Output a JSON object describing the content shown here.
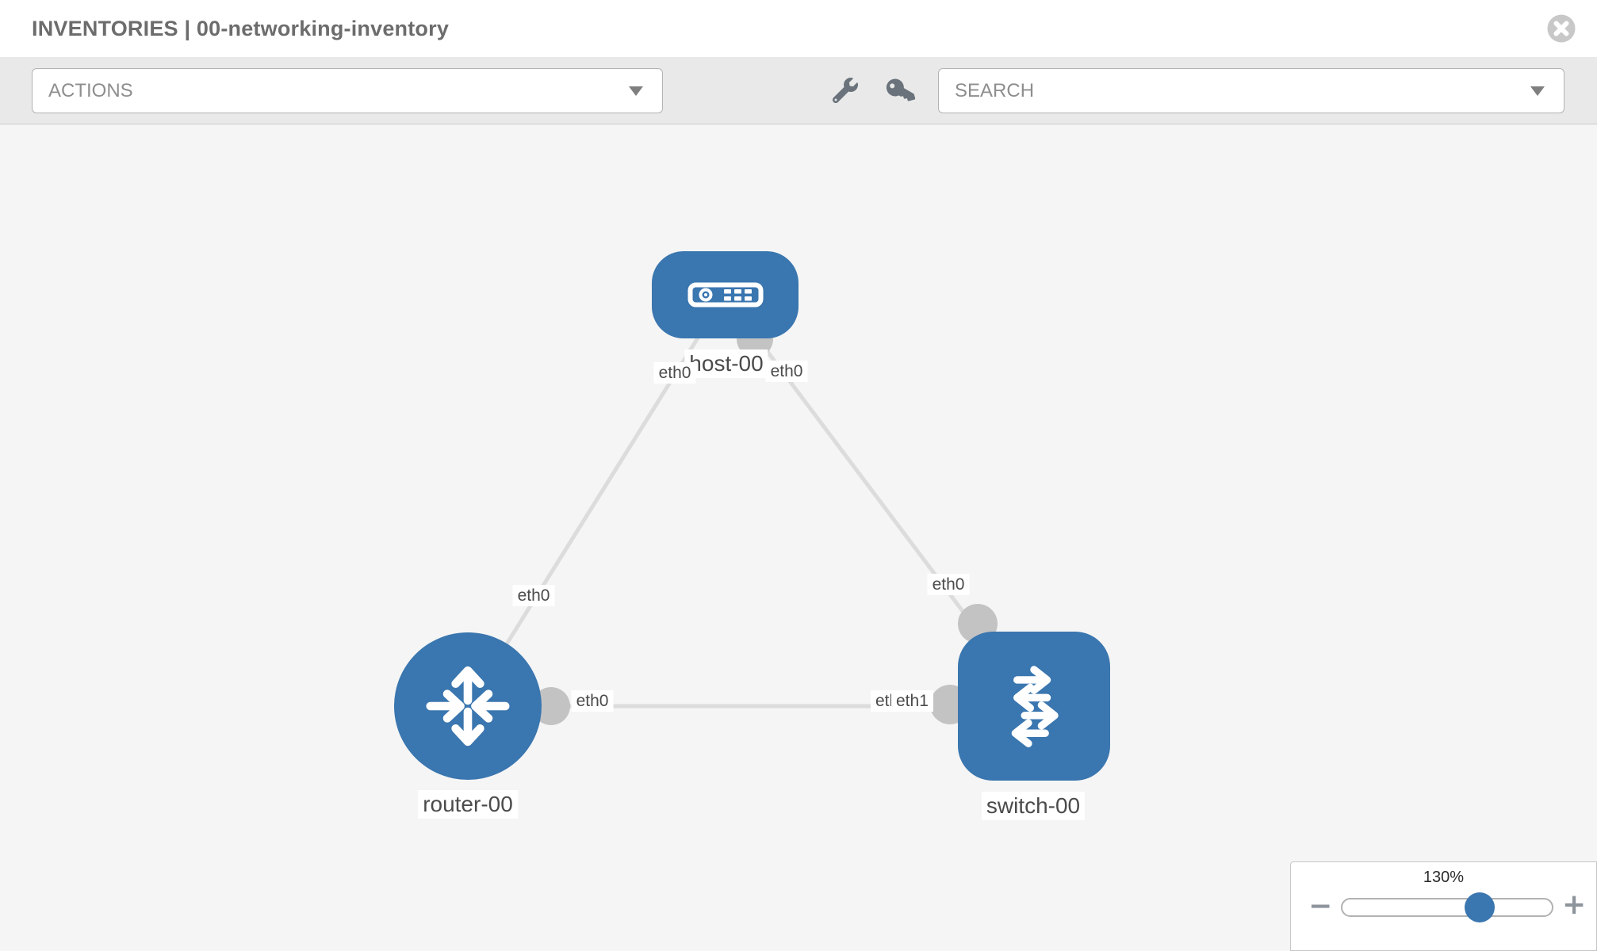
{
  "header": {
    "title": "INVENTORIES | 00-networking-inventory"
  },
  "toolbar": {
    "actions_label": "ACTIONS",
    "search_placeholder": "SEARCH",
    "icons": [
      "wrench-icon",
      "key-icon"
    ]
  },
  "topology": {
    "nodes": [
      {
        "label": "host-00",
        "type": "host"
      },
      {
        "label": "router-00",
        "type": "router"
      },
      {
        "label": "switch-00",
        "type": "switch"
      }
    ],
    "links": [
      {
        "from": "host-00",
        "from_interface": "eth0",
        "to": "router-00",
        "to_interface": "eth0"
      },
      {
        "from": "host-00",
        "from_interface": "eth0",
        "to": "switch-00",
        "to_interface": "eth0"
      },
      {
        "from": "router-00",
        "from_interface": "eth0",
        "to": "switch-00",
        "to_interface": "eth1"
      }
    ],
    "partially_hidden_label": "eth0"
  },
  "zoom": {
    "level": "130%",
    "minus_glyph": "−",
    "plus_glyph": "+"
  },
  "colors": {
    "node_fill": "#3a76af",
    "link": "#dcdcdc",
    "interface_dot": "#c3c3c3",
    "canvas_bg": "#f5f5f5",
    "toolbar_bg": "#e9e9e9",
    "slider_handle": "#3a76af"
  }
}
